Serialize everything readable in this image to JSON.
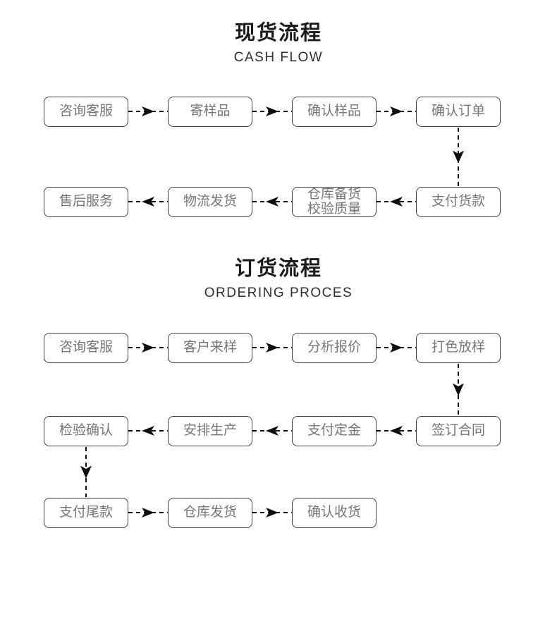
{
  "colors": {
    "background": "#ffffff",
    "node_border": "#3f3f3f",
    "node_text": "#767676",
    "arrow": "#0d0d0d",
    "title": "#1c1c1c"
  },
  "sections": [
    {
      "title": "现货流程",
      "subtitle": "CASH FLOW",
      "rows": [
        {
          "direction": "right",
          "nodes": [
            {
              "label": "咨询客服"
            },
            {
              "label": "寄样品"
            },
            {
              "label": "确认样品"
            },
            {
              "label": "确认订单"
            }
          ]
        },
        {
          "direction": "left",
          "nodes": [
            {
              "label": "售后服务"
            },
            {
              "label": "物流发货"
            },
            {
              "label": "仓库备货",
              "label2": "校验质量"
            },
            {
              "label": "支付货款"
            }
          ]
        }
      ],
      "connectors": [
        "确认订单 → 支付货款 (down)"
      ]
    },
    {
      "title": "订货流程",
      "subtitle": "ORDERING PROCES",
      "rows": [
        {
          "direction": "right",
          "nodes": [
            {
              "label": "咨询客服"
            },
            {
              "label": "客户来样"
            },
            {
              "label": "分析报价"
            },
            {
              "label": "打色放样"
            }
          ]
        },
        {
          "direction": "left",
          "nodes": [
            {
              "label": "检验确认"
            },
            {
              "label": "安排生产"
            },
            {
              "label": "支付定金"
            },
            {
              "label": "签订合同"
            }
          ]
        },
        {
          "direction": "right",
          "nodes": [
            {
              "label": "支付尾款"
            },
            {
              "label": "仓库发货"
            },
            {
              "label": "确认收货"
            }
          ]
        }
      ],
      "connectors": [
        "打色放样 → 签订合同 (down)",
        "检验确认 → 支付尾款 (down)"
      ]
    }
  ]
}
